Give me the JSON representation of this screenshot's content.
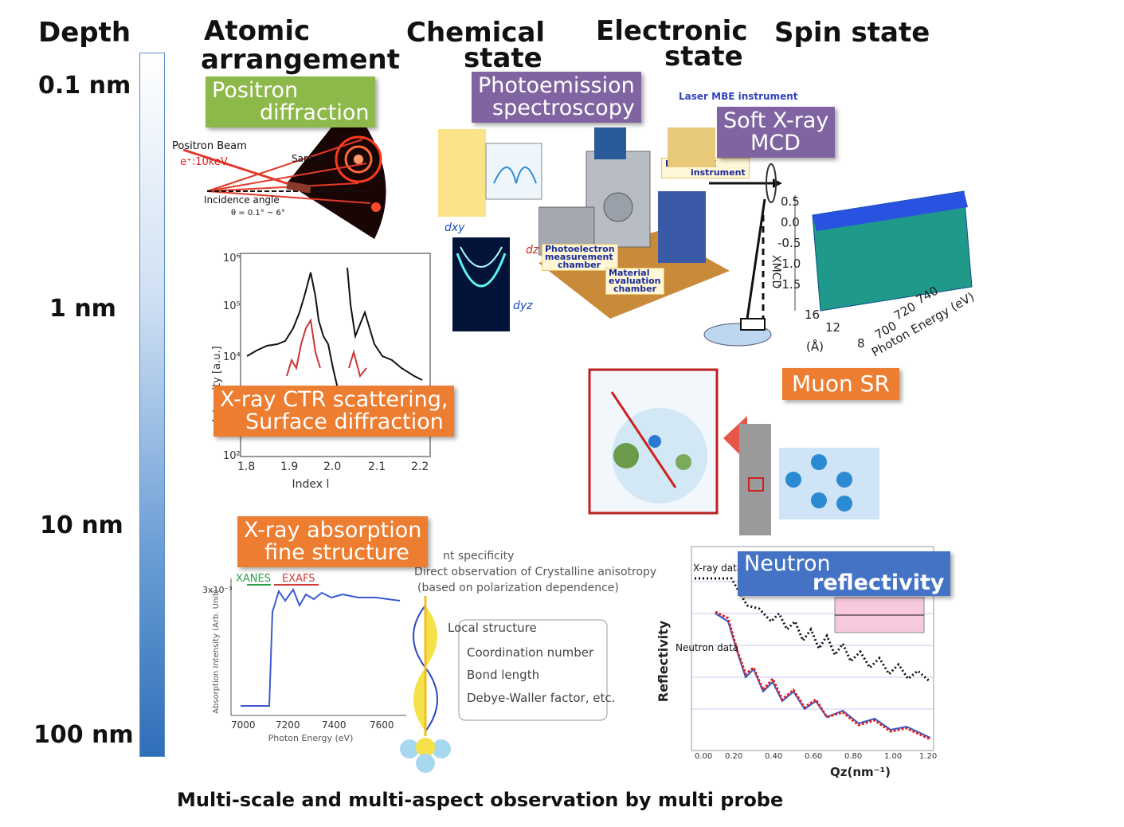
{
  "headers": {
    "depth": "Depth",
    "atomic": [
      "Atomic",
      "arrangement"
    ],
    "chemical": [
      "Chemical",
      "state"
    ],
    "electronic": [
      "Electronic",
      "state"
    ],
    "spin": "Spin state"
  },
  "depth_scale": [
    "0.1 nm",
    "1 nm",
    "10 nm",
    "100 nm"
  ],
  "probes": {
    "positron": [
      "Positron",
      "diffraction"
    ],
    "photoemission": [
      "Photoemission",
      "spectroscopy"
    ],
    "soft_xray": [
      "Soft X-ray",
      "MCD"
    ],
    "ctr": [
      "X-ray CTR scattering,",
      "Surface diffraction"
    ],
    "muon": "Muon SR",
    "xafs": [
      "X-ray absorption",
      "fine structure"
    ],
    "neutron": [
      "Neutron",
      "reflectivity"
    ]
  },
  "positron_panel": {
    "beam": "Positron Beam",
    "energy": "e⁺:10keV",
    "sample": "Sample",
    "incidence": "Incidence angle",
    "theta": "θ = 0.1° ~ 6°"
  },
  "instrument_labels": {
    "laser_top": "Laser MBE instrument",
    "laser": [
      "Laser MBE",
      "instrument"
    ],
    "photoelectron": [
      "Photoelectron",
      "measurement",
      "chamber"
    ],
    "material": [
      "Material",
      "evaluation",
      "chamber"
    ]
  },
  "ctr_panel": {
    "xlabel": "Index l",
    "ylabel": "Intensity [a.u.]",
    "xticks": [
      "1.8",
      "1.9",
      "2.0",
      "2.1",
      "2.2"
    ],
    "yticks": [
      "10⁶",
      "10⁵",
      "10⁴",
      "10²"
    ]
  },
  "xmcd_panel": {
    "zticks": [
      "0.5",
      "0.0",
      "-0.5",
      "-1.0",
      "-1.5"
    ],
    "zlabel": "XMCD",
    "energy_ticks": [
      "700",
      "720",
      "740"
    ],
    "energy_label": "Photon Energy (eV)",
    "depth_ticks": [
      "16",
      "12",
      "8"
    ],
    "depth_label": "(Å)"
  },
  "xafs_panel": {
    "xanes": "XANES",
    "exafs": "EXAFS",
    "yscale": "3x10⁻³",
    "xticks": [
      "7000",
      "7200",
      "7400",
      "7600"
    ],
    "xlabel": "Photon Energy (eV)",
    "ylabel": "Absorption Intensity (Arb. Unit)",
    "note_lines": [
      "nt specificity",
      "Direct observation of Crystalline anisotropy",
      "(based on polarization dependence)"
    ],
    "local_title": "Local structure",
    "local_items": [
      "Coordination number",
      "Bond length",
      "Debye-Waller factor, etc."
    ]
  },
  "neutron_panel": {
    "xray_data": "X-ray data",
    "neutron_data": "Neutron data",
    "ylabel": "Reflectivity",
    "xlabel": "Qz(nm⁻¹)",
    "xticks": [
      "0.00",
      "0.20",
      "0.40",
      "0.60",
      "0.80",
      "1.00",
      "1.20"
    ]
  },
  "caption": "Multi-scale and multi-aspect observation by multi probe",
  "colors": {
    "green_tag": "#8db84a",
    "purple_tag": "#8064a2",
    "orange_tag": "#ed7d31",
    "blue_tag": "#4472c4",
    "scale_top": "#ffffff",
    "scale_bottom": "#2f6fb8"
  }
}
